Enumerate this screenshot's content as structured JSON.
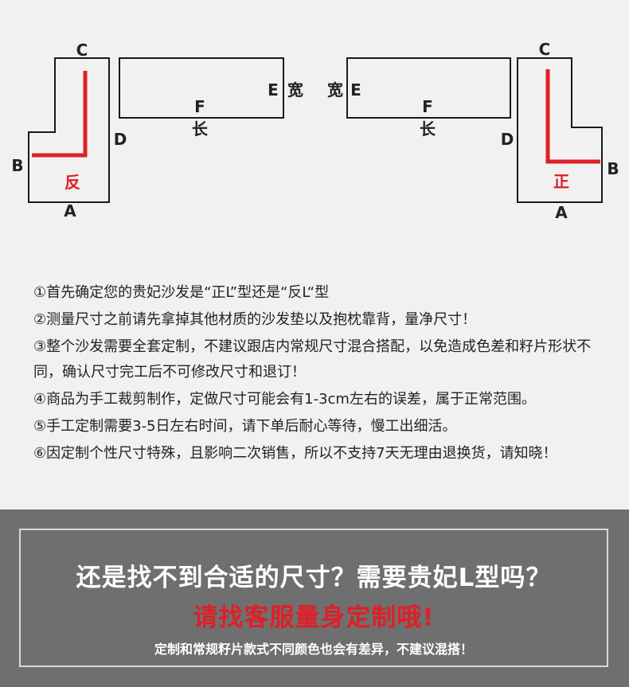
{
  "diagram": {
    "left": {
      "corner_top": "C",
      "corner_side": "B",
      "corner_bottom": "A",
      "corner_inner": "D",
      "corner_mark": "反",
      "bar_end": "E",
      "bar_width": "宽",
      "bar_mid": "F",
      "bar_length": "长"
    },
    "right": {
      "corner_top": "C",
      "corner_side": "B",
      "corner_bottom": "A",
      "corner_inner": "D",
      "corner_mark": "正",
      "bar_end": "E",
      "bar_width": "宽",
      "bar_mid": "F",
      "bar_length": "长"
    }
  },
  "notes": [
    "①首先确定您的贵妃沙发是“正L”型还是“反L“型",
    "②测量尺寸之前请先拿掉其他材质的沙发垫以及抱枕靠背，量净尺寸！",
    "③整个沙发需要全套定制，不建议跟店内常规尺寸混合搭配，以免造成色差和籽片形状不同，确认尺寸完工后不可修改尺寸和退订！",
    "④商品为手工裁剪制作，定做尺寸可能会有1-3cm左右的误差，属于正常范围。",
    "⑤手工定制需要3-5日左右时间，请下单后耐心等待，慢工出细活。",
    "⑥因定制个性尺寸特殊，且影响二次销售，所以不支持7天无理由退换货，请知晓！"
  ],
  "banner": {
    "headline": "还是找不到合适的尺寸？需要贵妃L型吗？",
    "subheadline": "请找客服量身定制哦!",
    "footnote": "定制和常规籽片款式不同颜色也会有差异，不建议混搭！"
  },
  "colors": {
    "accent_red": "#e01f26",
    "panel_gray": "#6f6f6f",
    "background": "#f1f1f1"
  }
}
